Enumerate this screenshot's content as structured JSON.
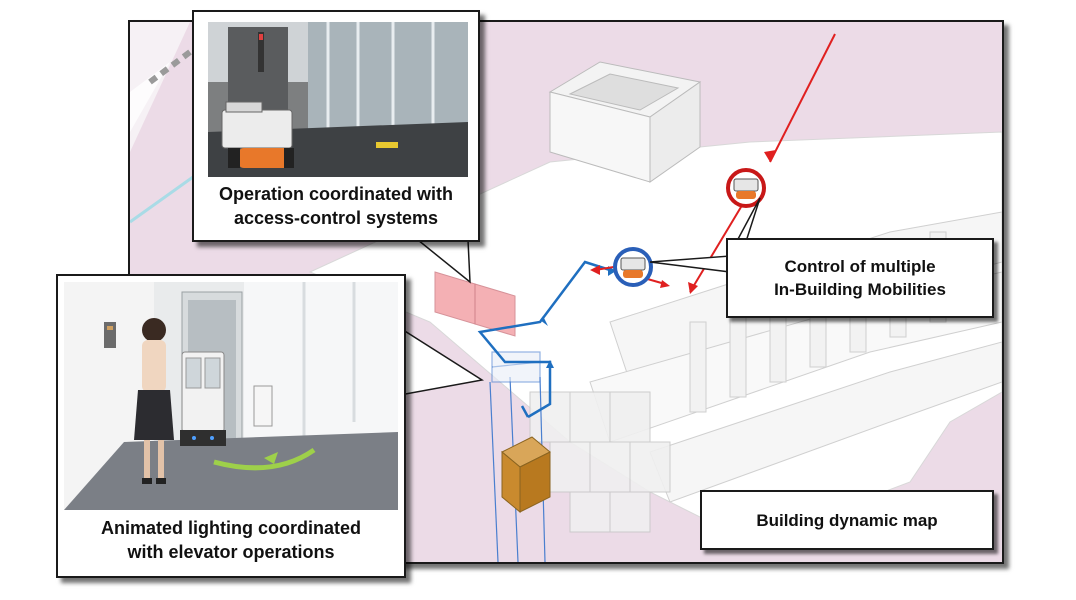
{
  "callouts": {
    "access_control": {
      "line1": "Operation coordinated with",
      "line2": "access-control systems"
    },
    "elevator_lighting": {
      "line1": "Animated lighting coordinated",
      "line2": "with elevator operations"
    },
    "multiple_mobilities": {
      "line1": "Control of multiple",
      "line2": "In-Building Mobilities"
    },
    "dynamic_map": {
      "label": "Building dynamic map"
    }
  },
  "colors": {
    "route_blue": "#1f6fc0",
    "route_red": "#e02020",
    "door_pink": "#f3a3a8",
    "elevator_car": "#c98a2e",
    "floor_pink": "#e9d4e3"
  }
}
